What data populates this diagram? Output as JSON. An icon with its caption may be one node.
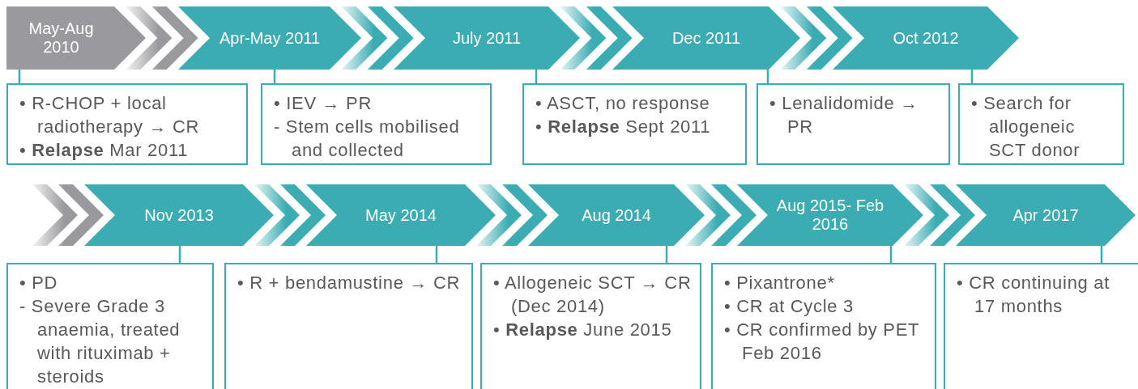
{
  "diagram": {
    "nodes": [
      {
        "text": [
          "May-Aug 2010"
        ]
      },
      {
        "text": [
          "• R-CHOP + local radiotherapy → CR",
          "• **Relapse** Mar 2011"
        ]
      },
      {
        "text": [
          "Apr-May 2011"
        ]
      },
      {
        "text": [
          "• IEV → PR",
          "- Stem cells mobilised and collected"
        ]
      },
      {
        "text": [
          "July 2011"
        ]
      },
      {
        "text": [
          "• ASCT, no response",
          "• **Relapse** Sept 2011"
        ]
      },
      {
        "text": [
          "Dec 2011"
        ]
      },
      {
        "text": [
          "• Lenalidomide → PR"
        ]
      },
      {
        "text": [
          "Oct 2012"
        ]
      },
      {
        "text": [
          "• Search for allogeneic SCT donor"
        ]
      },
      {
        "text": [
          "Nov 2013"
        ]
      },
      {
        "text": [
          "• PD",
          "- Severe Grade 3 anaemia, treated with rituximab + steroids"
        ]
      },
      {
        "text": [
          "May 2014"
        ]
      },
      {
        "text": [
          "• R + bendamustine → CR"
        ]
      },
      {
        "text": [
          "Aug 2014"
        ]
      },
      {
        "text": [
          "• Allogeneic SCT → CR (Dec 2014)",
          "• **Relapse** June 2015"
        ]
      },
      {
        "text": [
          "Aug 2015- Feb 2016"
        ]
      },
      {
        "text": [
          "• Pixantrone*",
          "• CR at Cycle 3",
          "• CR confirmed by PET Feb 2016"
        ]
      },
      {
        "text": [
          "Apr 2017"
        ]
      },
      {
        "text": [
          "• CR continuing at 17 months"
        ]
      }
    ],
    "edges": [
      {
        "from": 0,
        "to": 1,
        "arrow": "none"
      },
      {
        "from": 0,
        "to": 2,
        "arrow": "to",
        "color": "#9a9a9e"
      },
      {
        "from": 2,
        "to": 3,
        "arrow": "none"
      },
      {
        "from": 2,
        "to": 4,
        "arrow": "to"
      },
      {
        "from": 4,
        "to": 5,
        "arrow": "none"
      },
      {
        "from": 4,
        "to": 6,
        "arrow": "to"
      },
      {
        "from": 6,
        "to": 7,
        "arrow": "none"
      },
      {
        "from": 6,
        "to": 8,
        "arrow": "to"
      },
      {
        "from": 8,
        "to": 9,
        "arrow": "none"
      },
      {
        "from": null,
        "to": 10,
        "arrow": "to",
        "color": "#9a9a9e"
      },
      {
        "from": 10,
        "to": 11,
        "arrow": "none"
      },
      {
        "from": 10,
        "to": 12,
        "arrow": "to"
      },
      {
        "from": 12,
        "to": 13,
        "arrow": "none"
      },
      {
        "from": 12,
        "to": 14,
        "arrow": "to"
      },
      {
        "from": 14,
        "to": 15,
        "arrow": "none"
      },
      {
        "from": 14,
        "to": 16,
        "arrow": "to"
      },
      {
        "from": 16,
        "to": 17,
        "arrow": "none"
      },
      {
        "from": 16,
        "to": 18,
        "arrow": "to"
      },
      {
        "from": 18,
        "to": 19,
        "arrow": "none"
      }
    ]
  }
}
